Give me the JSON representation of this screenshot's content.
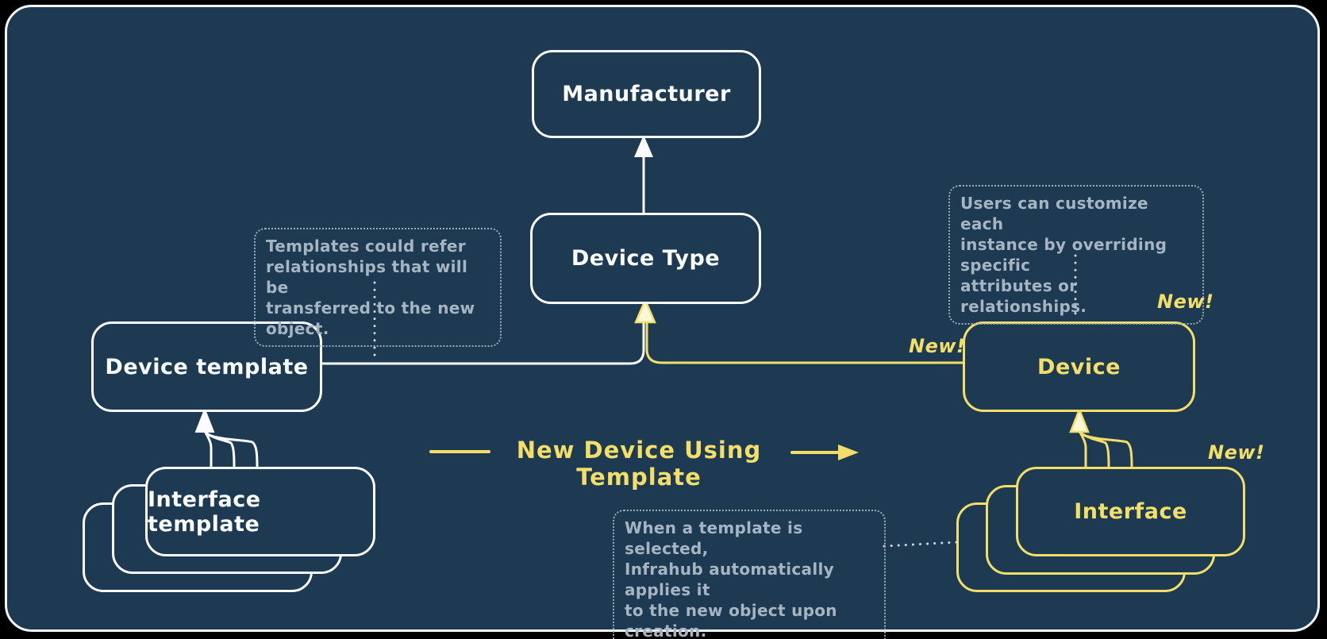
{
  "colors": {
    "background": "#000000",
    "surface": "#1d3a52",
    "primary_stroke": "#fafcfd",
    "accent_yellow": "#f2de69",
    "annotation_gray": "#a6b5c2"
  },
  "nodes": {
    "manufacturer": "Manufacturer",
    "device_type": "Device Type",
    "device_template": "Device template",
    "interface_template": "Interface template",
    "device": "Device",
    "interface": "Interface"
  },
  "badges": {
    "device_line": "New!",
    "device_corner": "New!",
    "interface_corner": "New!"
  },
  "flow": {
    "label": "New Device Using Template"
  },
  "annotations": {
    "templates": "Templates could refer\nrelationships that will be\ntransferred to the new object.",
    "customize": "Users can customize each\ninstance by overriding specific\nattributes or relationships.",
    "apply": "When a template is selected,\nInfrahub automatically applies it\nto the new object upon creation."
  }
}
